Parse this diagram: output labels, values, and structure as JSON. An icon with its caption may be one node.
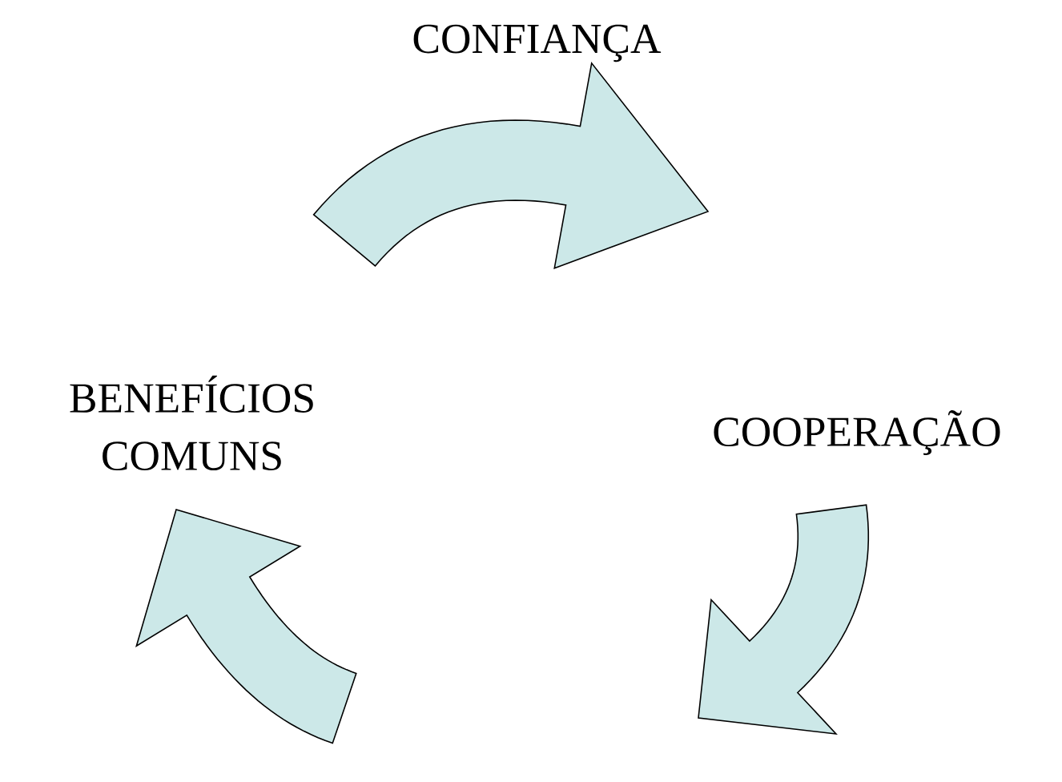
{
  "diagram": {
    "nodes": [
      {
        "text": [
          "CONFIANÇA"
        ]
      },
      {
        "text": [
          "COOPERAÇÃO"
        ]
      },
      {
        "text": [
          "BENEFÍCIOS COMUNS"
        ]
      }
    ]
  }
}
